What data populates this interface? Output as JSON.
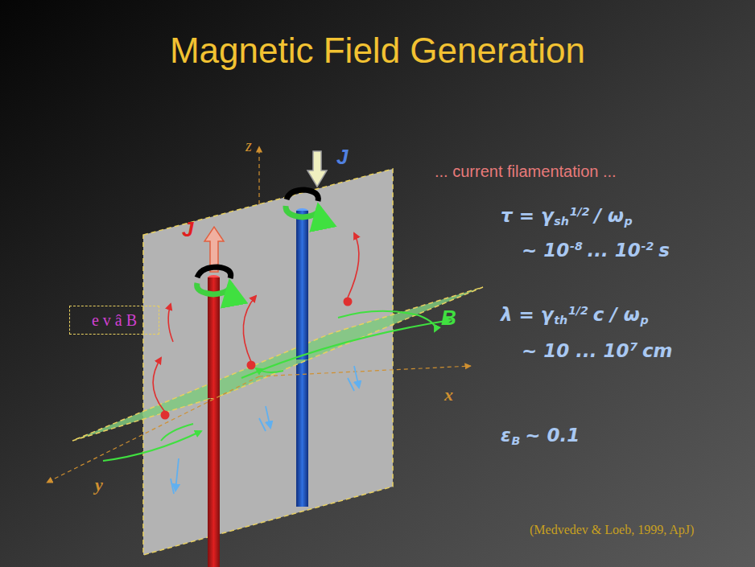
{
  "diagram": {
    "title": "Magnetic Field Generation",
    "nodes": [
      {
        "text": [
          "e v â B"
        ]
      }
    ],
    "labels": [
      "z",
      "J",
      "J",
      "x",
      "y",
      "B",
      "... current filamentation ...",
      "τ = γ",
      "sh",
      "1/2",
      "/ ω",
      "p",
      "~ 10",
      "-8",
      "... 10",
      "-2",
      "s",
      "λ = γ",
      "th",
      "1/2",
      "c / ω",
      "p",
      "~ 10 ... 10",
      "7",
      "cm",
      "ε",
      "B",
      "~ 0.1",
      "(Medvedev & Loeb, 1999, ApJ)"
    ]
  }
}
